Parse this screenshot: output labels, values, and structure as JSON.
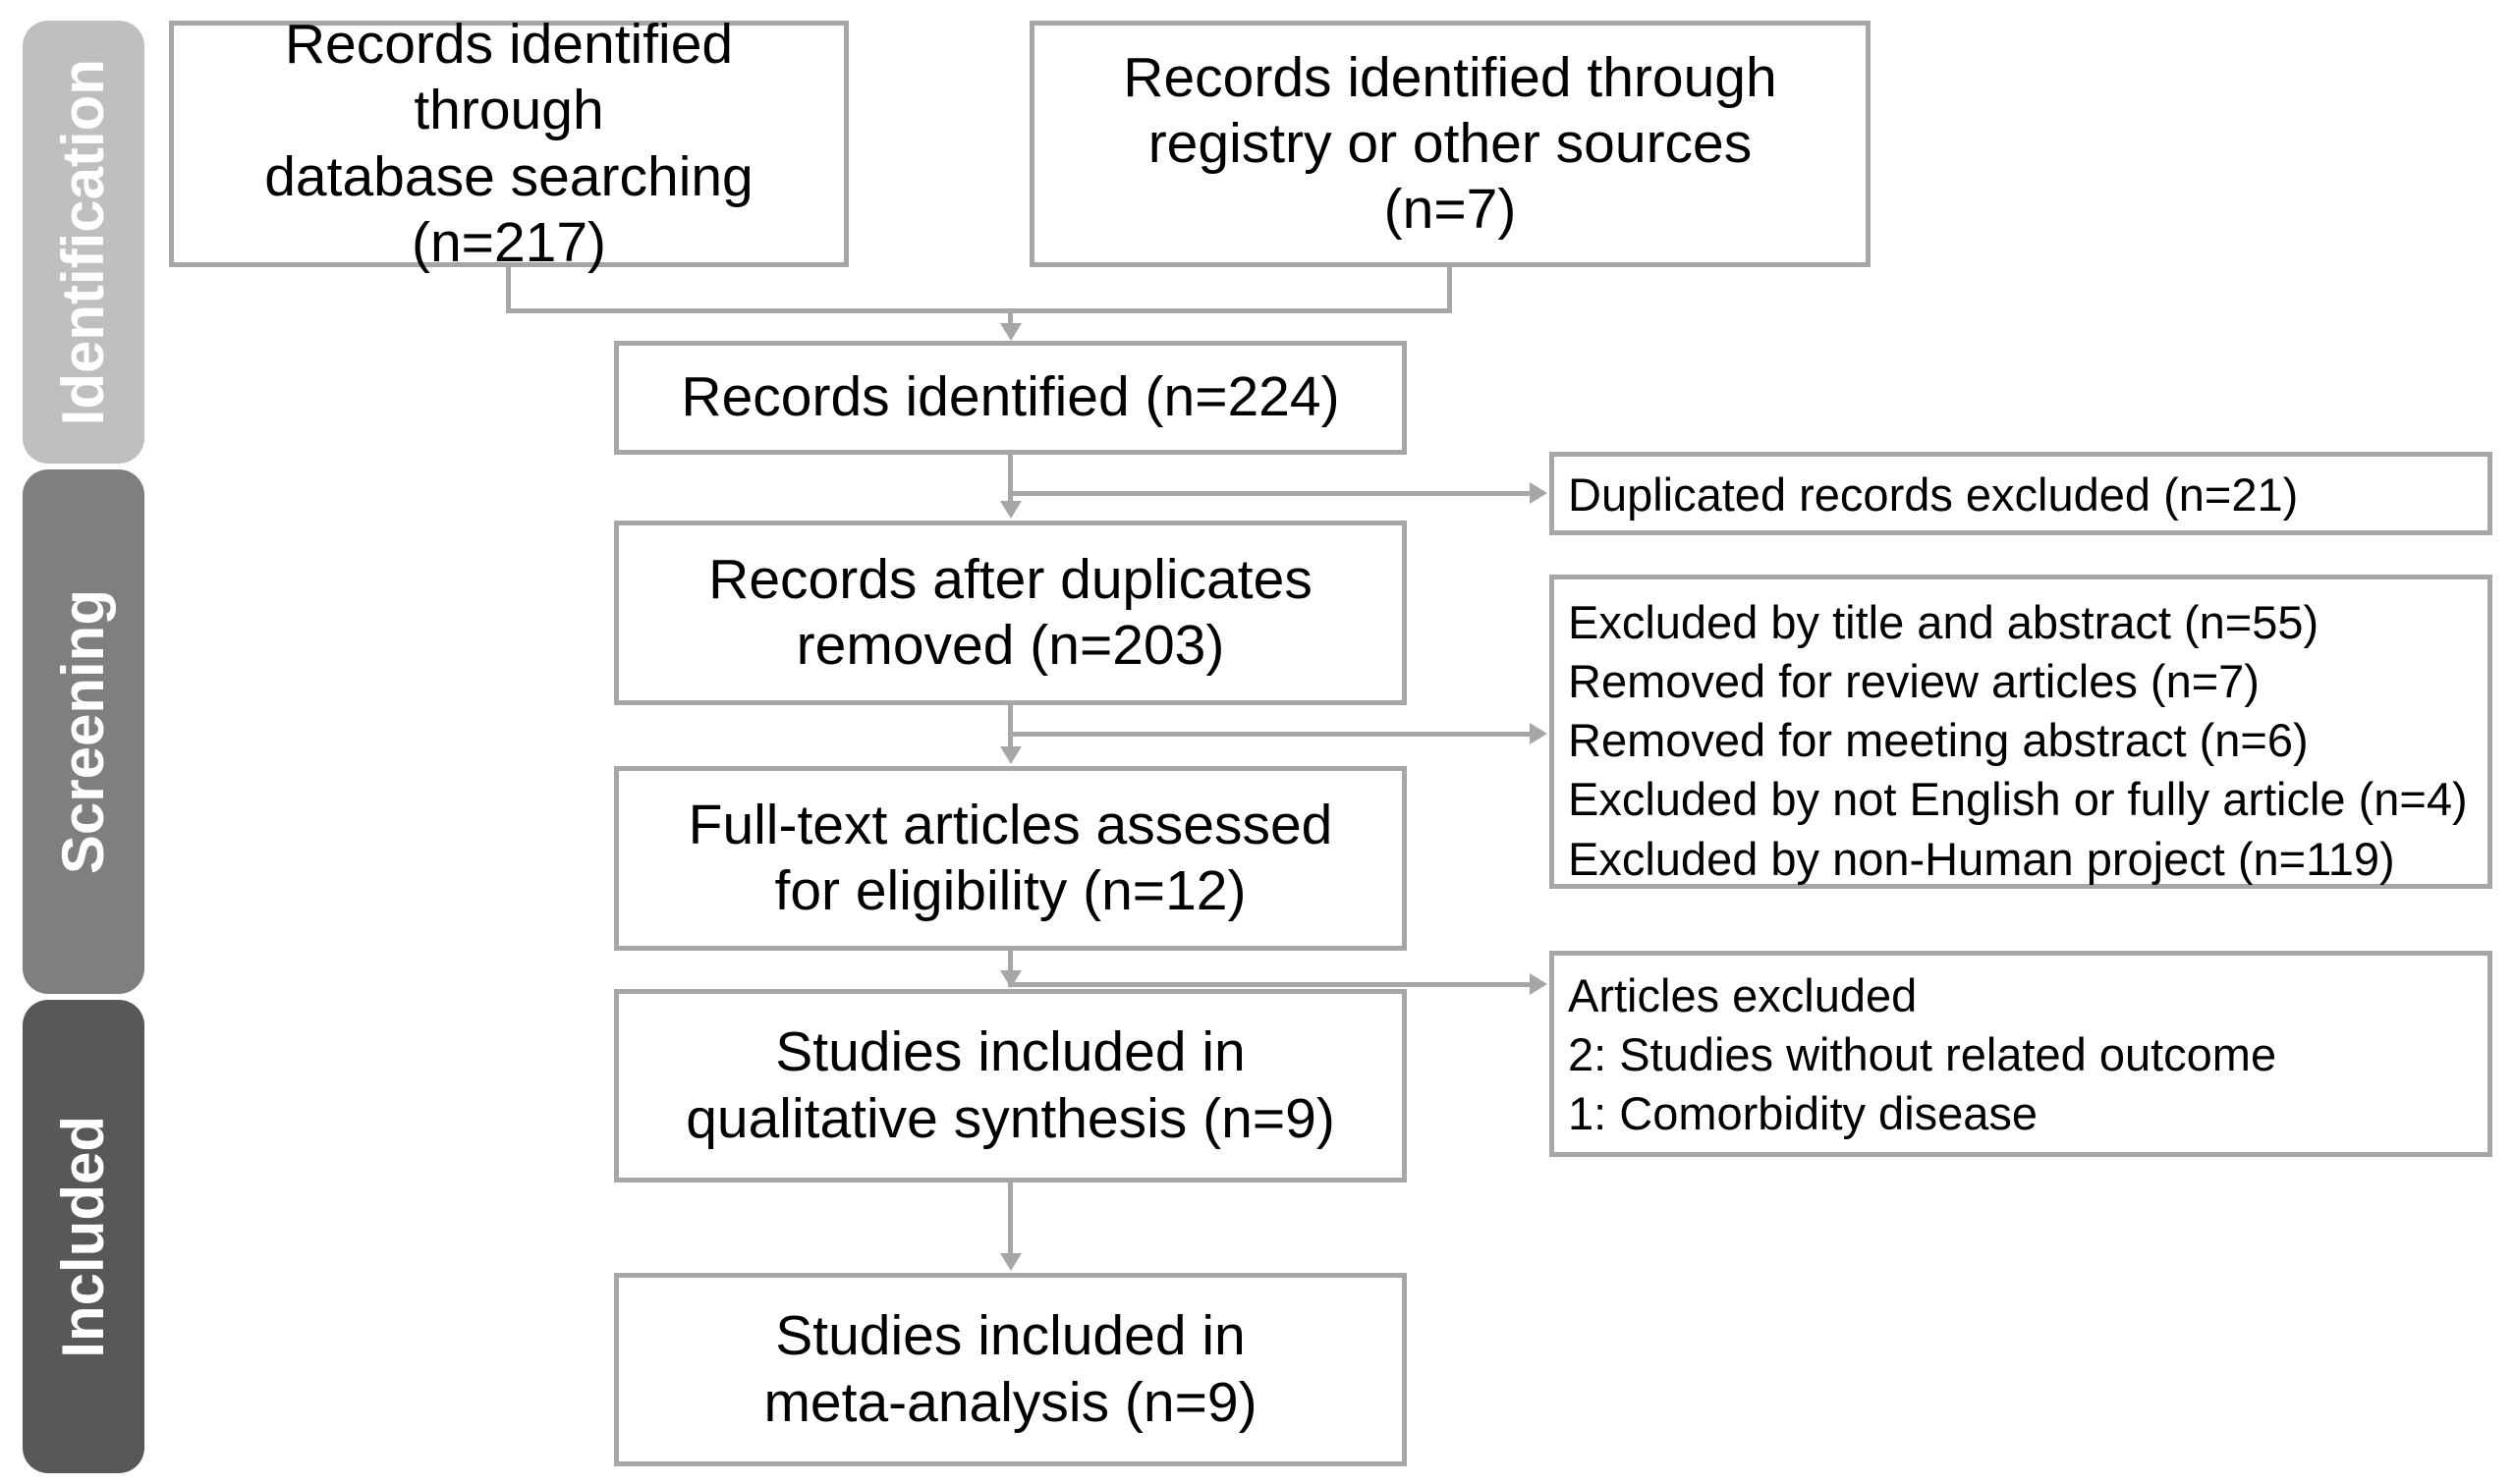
{
  "diagram": {
    "title": "PRISMA study selection flow diagram",
    "colors": {
      "band_identification": "#bfbfbf",
      "band_screening": "#7f7f7f",
      "band_included": "#585858",
      "box_border": "#a6a6a6",
      "connector": "#a6a6a6",
      "box_fill": "#ffffff",
      "text": "#000000",
      "band_text": "#ffffff"
    }
  },
  "stages": [
    {
      "id": "identification",
      "label": "Identification"
    },
    {
      "id": "screening",
      "label": "Screening"
    },
    {
      "id": "included",
      "label": "Included"
    }
  ],
  "boxes": {
    "database_search": {
      "line1": "Records identified through",
      "line2": "database searching",
      "line3": "(n=217)",
      "count": 217
    },
    "registry_sources": {
      "line1": "Records identified through",
      "line2": "registry or other sources",
      "line3": "(n=7)",
      "count": 7
    },
    "records_identified": {
      "line1": "Records identified (n=224)",
      "count": 224
    },
    "records_after_duplicates": {
      "line1": "Records after duplicates",
      "line2": "removed (n=203)",
      "count": 203
    },
    "fulltext_assessed": {
      "line1": "Full-text articles assessed",
      "line2": "for eligibility (n=12)",
      "count": 12
    },
    "qualitative_synthesis": {
      "line1": "Studies included in",
      "line2": "qualitative synthesis (n=9)",
      "count": 9
    },
    "meta_analysis": {
      "line1": "Studies included in",
      "line2": "meta-analysis (n=9)",
      "count": 9
    }
  },
  "exclusions": {
    "duplicates": {
      "line1": "Duplicated records excluded (n=21)",
      "count": 21
    },
    "screening_reasons": {
      "line1": "Excluded by title and abstract (n=55)",
      "line2": "Removed for review articles (n=7)",
      "line3": "Removed for meeting abstract (n=6)",
      "line4": "Excluded by not English or fully article (n=4)",
      "line5": "Excluded by non-Human project (n=119)",
      "counts": [
        55,
        7,
        6,
        4,
        119
      ]
    },
    "eligibility_reasons": {
      "line1": "Articles excluded",
      "line2": "2: Studies without related outcome",
      "line3": "1: Comorbidity disease",
      "counts": [
        2,
        1
      ]
    }
  }
}
